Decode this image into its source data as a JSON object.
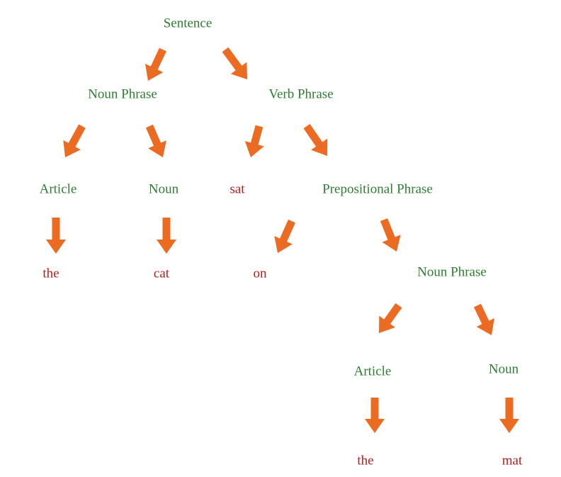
{
  "colors": {
    "category": "#2e7d32",
    "word": "#b71c1c",
    "arrow": "#ec6b22"
  },
  "nodes": [
    {
      "id": "sentence",
      "text": "Sentence",
      "kind": "category"
    },
    {
      "id": "np1",
      "text": "Noun Phrase",
      "kind": "category"
    },
    {
      "id": "vp",
      "text": "Verb Phrase",
      "kind": "category"
    },
    {
      "id": "art1",
      "text": "Article",
      "kind": "category"
    },
    {
      "id": "noun1",
      "text": "Noun",
      "kind": "category"
    },
    {
      "id": "sat",
      "text": "sat",
      "kind": "word"
    },
    {
      "id": "pp",
      "text": "Prepositional Phrase",
      "kind": "category"
    },
    {
      "id": "the1",
      "text": "the",
      "kind": "word"
    },
    {
      "id": "cat",
      "text": "cat",
      "kind": "word"
    },
    {
      "id": "on",
      "text": "on",
      "kind": "word"
    },
    {
      "id": "np2",
      "text": "Noun Phrase",
      "kind": "category"
    },
    {
      "id": "art2",
      "text": "Article",
      "kind": "category"
    },
    {
      "id": "noun2",
      "text": "Noun",
      "kind": "category"
    },
    {
      "id": "the2",
      "text": "the",
      "kind": "word"
    },
    {
      "id": "mat",
      "text": "mat",
      "kind": "word"
    }
  ],
  "edges": [
    {
      "from": "sentence",
      "to": "np1"
    },
    {
      "from": "sentence",
      "to": "vp"
    },
    {
      "from": "np1",
      "to": "art1"
    },
    {
      "from": "np1",
      "to": "noun1"
    },
    {
      "from": "vp",
      "to": "sat"
    },
    {
      "from": "vp",
      "to": "pp"
    },
    {
      "from": "art1",
      "to": "the1"
    },
    {
      "from": "noun1",
      "to": "cat"
    },
    {
      "from": "pp",
      "to": "on"
    },
    {
      "from": "pp",
      "to": "np2"
    },
    {
      "from": "np2",
      "to": "art2"
    },
    {
      "from": "np2",
      "to": "noun2"
    },
    {
      "from": "art2",
      "to": "the2"
    },
    {
      "from": "noun2",
      "to": "mat"
    }
  ]
}
